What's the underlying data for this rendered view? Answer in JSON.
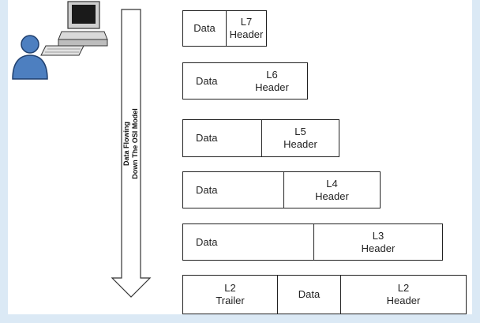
{
  "arrow": {
    "line1": "Data Flowing",
    "line2": "Down The OSI Model"
  },
  "layers": [
    {
      "data": "Data",
      "header_top": "L7",
      "header_bottom": "Header"
    },
    {
      "data": "Data",
      "header_top": "L6",
      "header_bottom": "Header"
    },
    {
      "data": "Data",
      "header_top": "L5",
      "header_bottom": "Header"
    },
    {
      "data": "Data",
      "header_top": "L4",
      "header_bottom": "Header"
    },
    {
      "data": "Data",
      "header_top": "L3",
      "header_bottom": "Header"
    }
  ],
  "frame_l2": {
    "trailer_top": "L2",
    "trailer_bottom": "Trailer",
    "data": "Data",
    "header_top": "L2",
    "header_bottom": "Header"
  },
  "colors": {
    "background": "#dbe9f5",
    "person": "#4d7fc0",
    "outline": "#222222"
  },
  "icons": [
    "computer-icon",
    "person-icon",
    "down-arrow-icon"
  ]
}
